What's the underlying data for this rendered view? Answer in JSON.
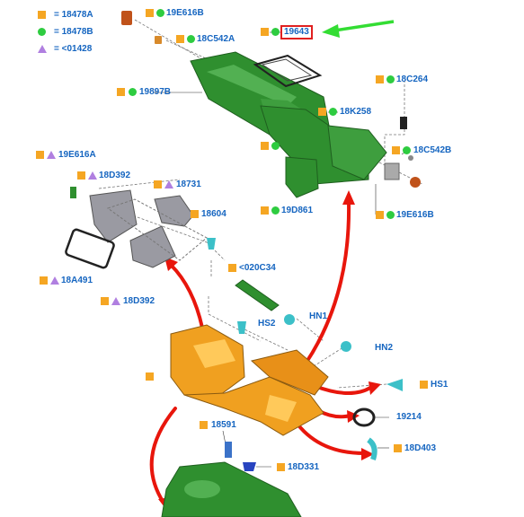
{
  "legend": {
    "square": "= 18478A",
    "circle": "= 18478B",
    "triangle": "= <01428"
  },
  "colors": {
    "square": "#f5a623",
    "circle": "#2ecc40",
    "triangle": "#b07fe0",
    "label_text": "#1565c0",
    "highlight": "#e02020",
    "callout_arrow": "#33dd33",
    "flow_arrow": "#e8160c",
    "part_green": "#2f8f2f",
    "part_orange": "#f0a020",
    "part_grey": "#9a9aa2",
    "part_teal": "#3cc0c8"
  },
  "labels": {
    "l_19E616B_top": "19E616B",
    "l_18C542A": "18C542A",
    "l_19643": "19643",
    "l_19897B": "19897B",
    "l_18C264": "18C264",
    "l_18K258": "18K258",
    "l_18C542B": "18C542B",
    "l_19E616A": "19E616A",
    "l_18D392_top": "18D392",
    "l_18731": "18731",
    "l_18604": "18604",
    "l_19D861": "19D861",
    "l_19E616B_bot": "19E616B",
    "l_020C34": "<020C34",
    "l_18A491": "18A491",
    "l_18D392_bot": "18D392",
    "l_HS2": "HS2",
    "l_HN1": "HN1",
    "l_HN2": "HN2",
    "l_HS1": "HS1",
    "l_19214": "19214",
    "l_18591": "18591",
    "l_18D403": "18D403",
    "l_18D331": "18D331"
  }
}
